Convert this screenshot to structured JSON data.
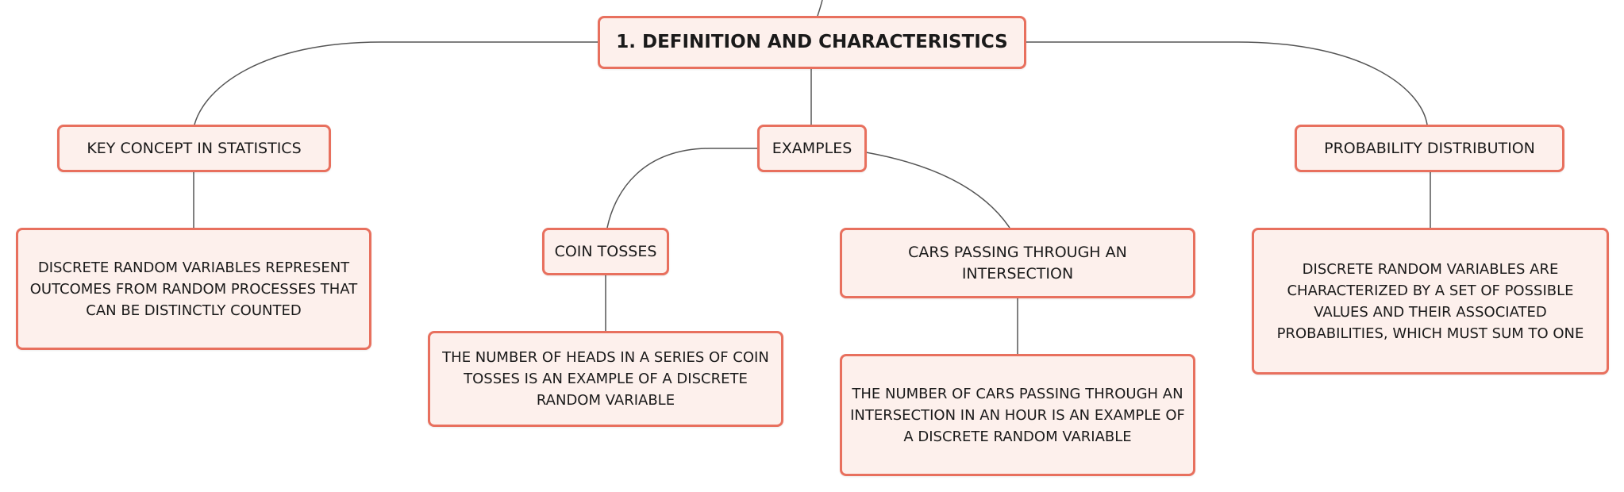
{
  "colors": {
    "node_fill": "#fdf0ec",
    "node_border": "#e8705e",
    "edge": "#555555"
  },
  "root": {
    "label": "1. DEFINITION AND CHARACTERISTICS"
  },
  "branches": {
    "key_concept": {
      "label": "KEY CONCEPT IN STATISTICS",
      "detail": "DISCRETE RANDOM VARIABLES REPRESENT OUTCOMES FROM RANDOM PROCESSES THAT CAN BE DISTINCTLY COUNTED"
    },
    "examples": {
      "label": "EXAMPLES",
      "coin": {
        "label": "COIN TOSSES",
        "detail": "THE NUMBER OF HEADS IN A SERIES OF COIN TOSSES IS AN EXAMPLE OF A DISCRETE RANDOM VARIABLE"
      },
      "cars": {
        "label": "CARS PASSING THROUGH AN INTERSECTION",
        "detail": "THE NUMBER OF CARS PASSING THROUGH AN INTERSECTION IN AN HOUR IS AN EXAMPLE OF A DISCRETE RANDOM VARIABLE"
      }
    },
    "probability": {
      "label": "PROBABILITY DISTRIBUTION",
      "detail": "DISCRETE RANDOM VARIABLES ARE CHARACTERIZED BY A SET OF POSSIBLE VALUES AND THEIR ASSOCIATED PROBABILITIES, WHICH MUST SUM TO ONE"
    }
  }
}
